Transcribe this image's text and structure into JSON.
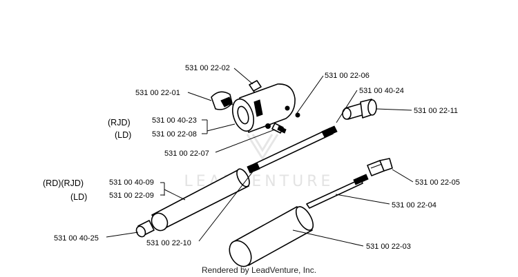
{
  "watermark": {
    "text": "LEADVENTURE"
  },
  "credit": {
    "text": "Rendered by LeadVenture, Inc."
  },
  "conditions": {
    "rjd_top": "(RJD)",
    "ld_top": "(LD)",
    "rd_rjd": "(RD)(RJD)",
    "ld_bottom": "(LD)"
  },
  "parts": {
    "p_22_02": "531 00 22-02",
    "p_22_01": "531 00 22-01",
    "p_22_06": "531 00 22-06",
    "p_40_24": "531 00 40-24",
    "p_22_11": "531 00 22-11",
    "p_40_23": "531 00 40-23",
    "p_22_08": "531 00 22-08",
    "p_22_07": "531 00 22-07",
    "p_40_09": "531 00 40-09",
    "p_22_09": "531 00 22-09",
    "p_22_05": "531 00 22-05",
    "p_22_04": "531 00 22-04",
    "p_40_25": "531 00 40-25",
    "p_22_10": "531 00 22-10",
    "p_22_03": "531 00 22-03"
  }
}
